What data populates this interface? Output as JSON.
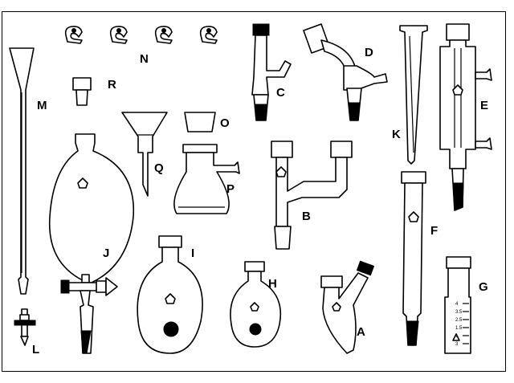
{
  "figure": {
    "labels": {
      "a": "A",
      "b": "B",
      "c": "C",
      "d": "D",
      "e": "E",
      "f": "F",
      "g": "G",
      "h": "H",
      "i": "I",
      "j": "J",
      "k": "K",
      "l": "L",
      "m": "M",
      "n": "N",
      "o": "O",
      "p": "P",
      "q": "Q",
      "r": "R"
    },
    "scale_marks": [
      "4",
      "3.5",
      "2.5",
      "1.5",
      "1",
      "3"
    ]
  }
}
